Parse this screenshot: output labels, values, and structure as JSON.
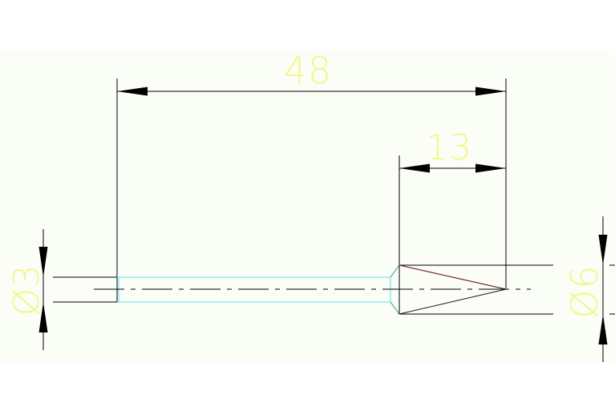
{
  "drawing": {
    "dimensions": {
      "overall_length": "48",
      "tip_length": "13",
      "shank_diameter": "Ø3",
      "head_diameter": "Ø6"
    }
  },
  "colors": {
    "background": "#FFFFFF",
    "drawing_area": "#FBFEF7",
    "dimension_line": "#000000",
    "dimension_text": "#F5F58C",
    "shank_outline": "#7CE6F0",
    "cone_line": "#7A2A3A",
    "centerline": "#000000"
  }
}
